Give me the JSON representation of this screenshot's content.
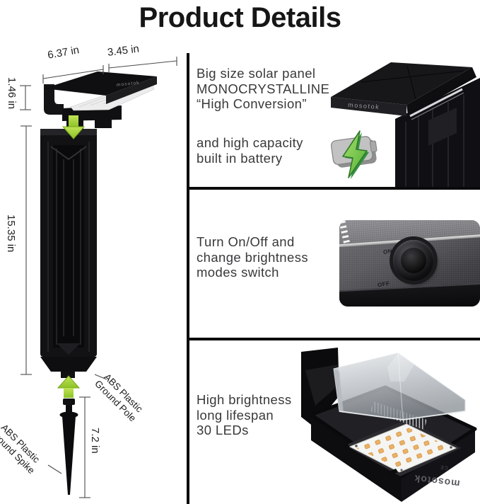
{
  "title": "Product Details",
  "brand": "mosotok",
  "colors": {
    "background": "#ffffff",
    "divider": "#000000",
    "accent_green": "#9fce3a",
    "led_amber": "#ecb264"
  },
  "diagram": {
    "dim_head_width": "6.37 in",
    "dim_head_depth": "3.45 in",
    "dim_head_height": "1.46 in",
    "dim_pole_height": "15.35 in",
    "dim_spike_height": "7.2 in",
    "pole_label_line1": "ABS Plastic",
    "pole_label_line2": "Ground Pole",
    "spike_label_line1": "ABS Plastic",
    "spike_label_line2": "Ground Spike"
  },
  "panel_solar": {
    "line1": "Big size solar panel",
    "line2": "MONOCRYSTALLINE",
    "line3": "“High Conversion”",
    "line4": "and high capacity",
    "line5": "built in battery"
  },
  "panel_switch": {
    "line1": "Turn On/Off and",
    "line2": "change brightness",
    "line3": "modes switch",
    "on_label": "ON",
    "off_label": "OFF"
  },
  "panel_leds": {
    "line1": "High brightness",
    "line2": "long lifespan",
    "line3": "30 LEDs",
    "cert_text": "CE"
  }
}
